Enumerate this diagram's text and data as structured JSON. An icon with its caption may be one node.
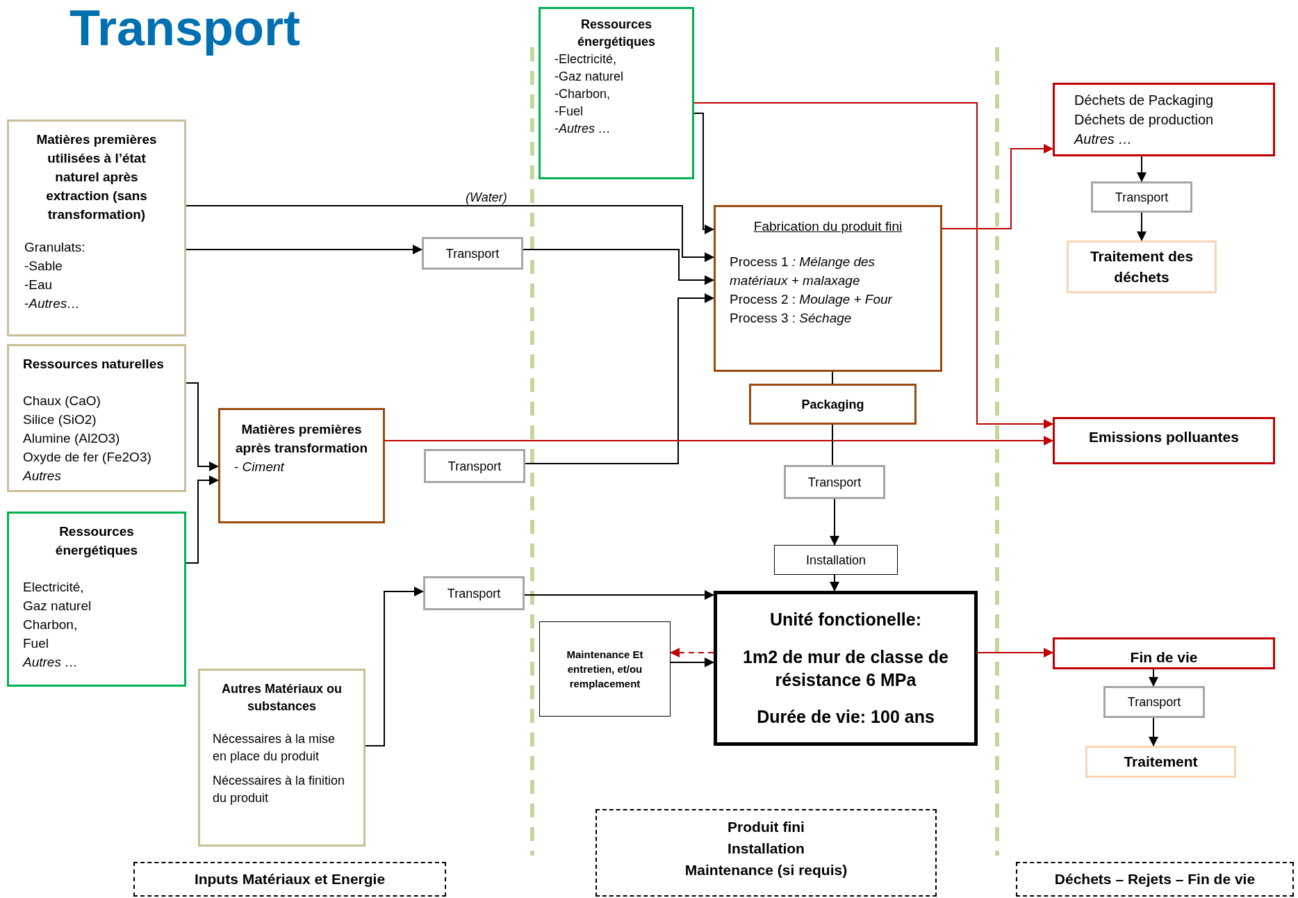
{
  "diagram": {
    "title": "Transport",
    "nodes": [
      {
        "text": [
          "Matières premières utilisées à l’état naturel après extraction (sans transformation)",
          "Granulats:",
          "-Sable",
          "-Eau",
          "-*Autres…*"
        ]
      },
      {
        "text": [
          "Ressources naturelles",
          "Chaux (CaO)",
          "Silice (SiO2)",
          "Alumine (Al2O3)",
          "Oxyde de fer (Fe2O3)",
          "Autres"
        ]
      },
      {
        "text": [
          "Ressources énergétiques",
          "Electricité,",
          "Gaz naturel",
          "Charbon,",
          "Fuel",
          "Autres …"
        ]
      },
      {
        "text": [
          "Matières premières après transformation",
          "- *Ciment*"
        ]
      },
      {
        "text": [
          "Autres Matériaux ou substances",
          "Nécessaires à la mise en place du produit",
          "Nécessaires à la finition du produit"
        ]
      },
      {
        "text": [
          "Transport"
        ]
      },
      {
        "text": [
          "Transport"
        ]
      },
      {
        "text": [
          "Transport"
        ]
      },
      {
        "text": [
          "Ressources énergétiques",
          "-Electricité,",
          "-Gaz naturel",
          "-Charbon,",
          "-Fuel",
          "-*Autres …*"
        ]
      },
      {
        "text": [
          "Fabrication du produit fini",
          "Process 1 *: Mélange des matériaux + malaxage*",
          "Process 2 : *Moulage + Four*",
          "Process 3 : *Séchage*"
        ]
      },
      {
        "text": [
          "Packaging"
        ]
      },
      {
        "text": [
          "Transport"
        ]
      },
      {
        "text": [
          "Installation"
        ]
      },
      {
        "text": [
          "Maintenance Et entretien, et/ou remplacement"
        ]
      },
      {
        "text": [
          "Unité fonctionelle:",
          "1m2 de mur de classe de résistance 6 MPa",
          "Durée de vie: 100 ans"
        ]
      },
      {
        "text": [
          "Déchets de Packaging",
          "Déchets de production",
          "Autres …"
        ]
      },
      {
        "text": [
          "Transport"
        ]
      },
      {
        "text": [
          "Traitement des déchets"
        ]
      },
      {
        "text": [
          "Emissions polluantes"
        ]
      },
      {
        "text": [
          "Fin de vie"
        ]
      },
      {
        "text": [
          "Transport"
        ]
      },
      {
        "text": [
          "Traitement"
        ]
      },
      {
        "text": [
          "Inputs Matériaux et Energie"
        ]
      },
      {
        "text": [
          "Produit fini",
          "Installation",
          "Maintenance (si requis)"
        ]
      },
      {
        "text": [
          "Déchets – Rejets – Fin de vie"
        ]
      }
    ],
    "edges": [
      {
        "from": 0,
        "to": 9,
        "arrow": "to",
        "label": "(Water)"
      },
      {
        "from": 0,
        "to": 5,
        "arrow": "to"
      },
      {
        "from": 5,
        "to": 9,
        "arrow": "to"
      },
      {
        "from": 1,
        "to": 3,
        "arrow": "to"
      },
      {
        "from": 2,
        "to": 3,
        "arrow": "to"
      },
      {
        "from": 6,
        "to": 9,
        "arrow": "to"
      },
      {
        "from": 8,
        "to": 9,
        "arrow": "to"
      },
      {
        "from": 8,
        "to": 18,
        "arrow": "to",
        "color": "#c00000"
      },
      {
        "from": 9,
        "to": 15,
        "arrow": "to",
        "color": "#c00000"
      },
      {
        "from": 3,
        "to": 18,
        "arrow": "to",
        "color": "#c00000"
      },
      {
        "from": 9,
        "to": 10,
        "arrow": "none"
      },
      {
        "from": 10,
        "to": 11,
        "arrow": "none"
      },
      {
        "from": 11,
        "to": 12,
        "arrow": "to"
      },
      {
        "from": 12,
        "to": 14,
        "arrow": "to"
      },
      {
        "from": 4,
        "to": 7,
        "arrow": "to"
      },
      {
        "from": 7,
        "to": 14,
        "arrow": "to"
      },
      {
        "from": 14,
        "to": 13,
        "arrow": "to",
        "style": "dashed",
        "color": "#c00000"
      },
      {
        "from": 13,
        "to": 14,
        "arrow": "to"
      },
      {
        "from": 14,
        "to": 19,
        "arrow": "to",
        "color": "#c00000"
      },
      {
        "from": 15,
        "to": 16,
        "arrow": "to"
      },
      {
        "from": 16,
        "to": 17,
        "arrow": "to"
      },
      {
        "from": 19,
        "to": 20,
        "arrow": "to"
      },
      {
        "from": 20,
        "to": 21,
        "arrow": "to"
      }
    ]
  }
}
